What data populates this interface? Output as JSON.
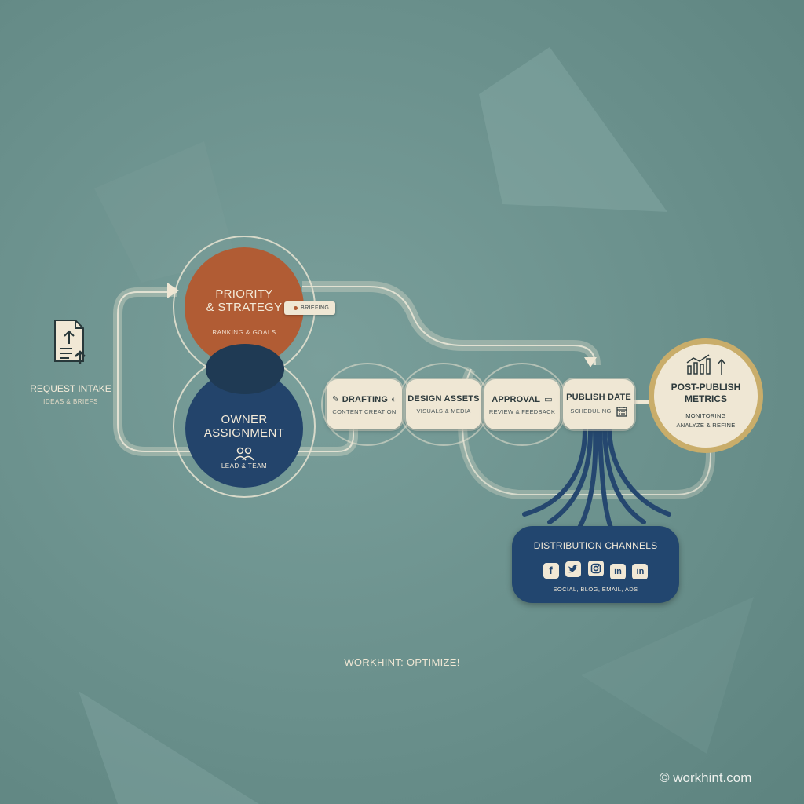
{
  "nodes": {
    "request_intake": {
      "title": "REQUEST INTAKE",
      "subtitle": "IDEAS & BRIEFS"
    },
    "priority": {
      "title": "PRIORITY\n& STRATEGY",
      "subtitle": "RANKING & GOALS",
      "tag": "BRIEFING"
    },
    "owner": {
      "title": "OWNER\nASSIGNMENT",
      "subtitle": "LEAD & TEAM"
    },
    "drafting": {
      "title": "DRAFTING",
      "subtitle": "CONTENT CREATION"
    },
    "design_assets": {
      "title": "DESIGN ASSETS",
      "subtitle": "VISUALS & MEDIA"
    },
    "approval": {
      "title": "APPROVAL",
      "subtitle": "REVIEW & FEEDBACK"
    },
    "publish_date": {
      "title": "PUBLISH DATE",
      "subtitle": "SCHEDULING"
    },
    "post_publish": {
      "title": "POST-PUBLISH\nMETRICS",
      "subtitle_1": "MONITORING",
      "subtitle_2": "ANALYZE & REFINE"
    },
    "distribution": {
      "title": "DISTRIBUTION CHANNELS",
      "subtitle": "SOCIAL, BLOG, EMAIL, ADS",
      "channels": [
        "f",
        "t",
        "ig",
        "in",
        "in"
      ]
    }
  },
  "footer": {
    "tagline": "WORKHINT: OPTIMIZE!",
    "copyright": "© workhint.com"
  },
  "colors": {
    "background": "#6a908c",
    "priority": "#b15c34",
    "owner": "#23446b",
    "card": "#efe7d4",
    "metrics_ring": "#c9ad6a",
    "distribution": "#22466f"
  },
  "icons": [
    "document-upload-icon",
    "tag-icon",
    "people-icon",
    "pencil-icon",
    "palette-icon",
    "chat-icon",
    "calendar-icon",
    "chart-growth-icon",
    "arrow-up-icon"
  ]
}
